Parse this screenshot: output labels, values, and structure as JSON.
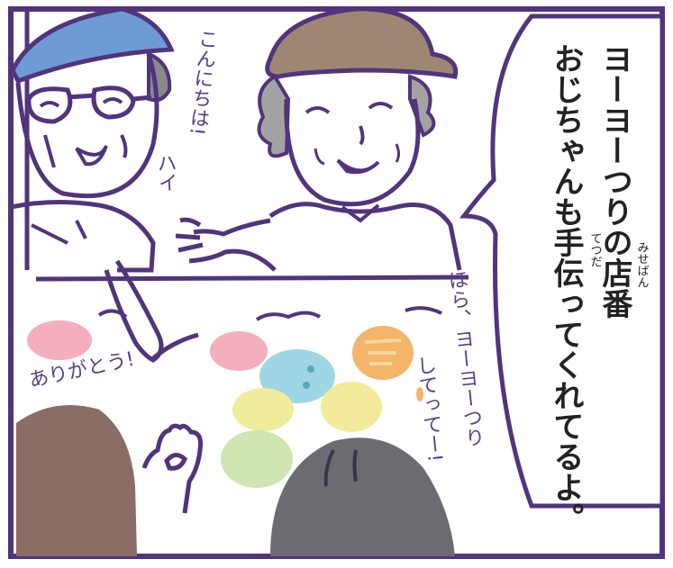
{
  "speech_bubble": {
    "line1": "ヨーヨーつりの店番",
    "line1_ruby": "みせばん",
    "line2": "おじちゃんも手伝ってくれてるよ。",
    "line2_ruby": "てつだ"
  },
  "handwritten": {
    "greeting": "こんにちは!",
    "reply": "ハイ",
    "thanks": "ありがとう!",
    "vendor_line1": "ほら、ヨーヨーつり",
    "vendor_line2": "してってー!"
  },
  "colors": {
    "outline": "#52347c",
    "cap_blue": "#6d9bd6",
    "hat_brown": "#9e8772",
    "hair_gray": "#a3a3a3",
    "yoyo_pink": "#f4aebd",
    "yoyo_blue": "#9fd6e6",
    "yoyo_orange": "#f4b469",
    "yoyo_yellow": "#f3ea9c",
    "yoyo_green": "#cfe6b1",
    "child_hair": "#8a6d64",
    "adult_hair": "#6d6b72"
  }
}
